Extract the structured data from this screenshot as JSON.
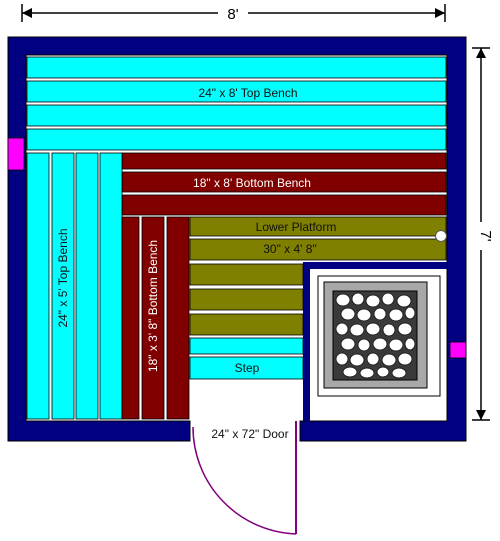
{
  "dimensions": {
    "width_label": "8'",
    "height_label": "7'"
  },
  "labels": {
    "top_bench": "24\" x 8' Top Bench",
    "bottom_bench": "18\" x 8' Bottom Bench",
    "side_top_bench": "24\" x 5' Top Bench",
    "side_bottom_bench": "18\" x 3' 8\" Bottom Bench",
    "lower_platform": "Lower Platform",
    "platform_size": "30\" x 4' 8\"",
    "step": "Step",
    "door": "24\" x 72\" Door"
  },
  "colors": {
    "wall": "#000080",
    "top_bench": "#00ffff",
    "bottom_bench": "#800000",
    "platform": "#808000",
    "heater_guard": "#ffffff",
    "heater_body": "#a8a8a8",
    "stones": "#ffffff",
    "vent": "#ff00ff",
    "door_swing": "#800080"
  }
}
